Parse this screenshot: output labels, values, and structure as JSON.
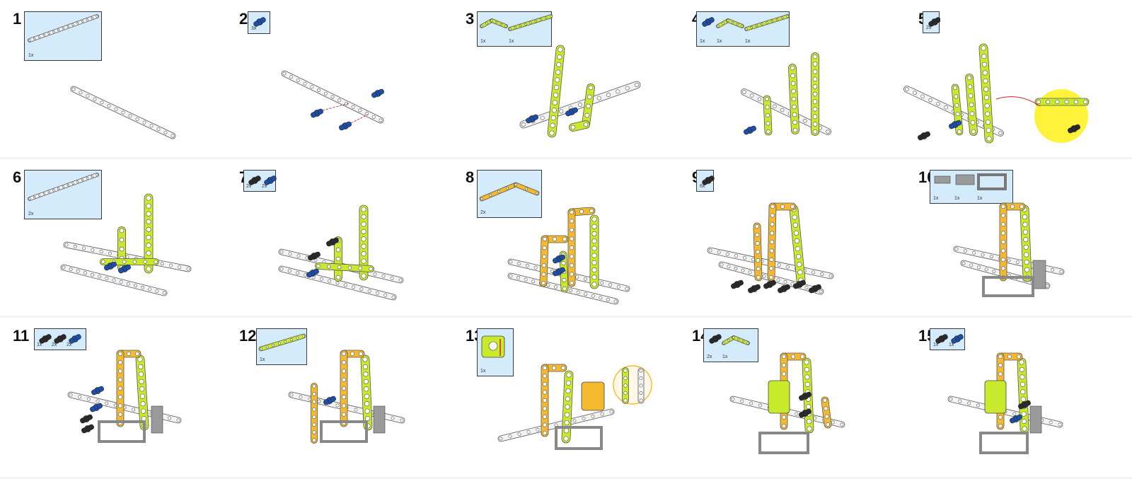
{
  "steps": [
    {
      "number": "1",
      "parts": [
        {
          "qty": "1x",
          "icon": "white-beam-15-icon"
        }
      ]
    },
    {
      "number": "2",
      "parts": [
        {
          "qty": "3x",
          "icon": "blue-pin-icon"
        }
      ]
    },
    {
      "number": "3",
      "parts": [
        {
          "qty": "1x",
          "icon": "lime-angle-beam-icon"
        },
        {
          "qty": "1x",
          "icon": "lime-beam-11-icon"
        }
      ]
    },
    {
      "number": "4",
      "parts": [
        {
          "qty": "1x",
          "icon": "blue-pin-icon"
        },
        {
          "qty": "1x",
          "icon": "lime-angle-beam-icon"
        },
        {
          "qty": "1x",
          "icon": "lime-beam-11-icon"
        }
      ]
    },
    {
      "number": "5",
      "parts": [
        {
          "qty": "2x",
          "icon": "black-pin-icon"
        }
      ]
    },
    {
      "number": "6",
      "parts": [
        {
          "qty": "2x",
          "icon": "white-beam-15-icon"
        }
      ]
    },
    {
      "number": "7",
      "parts": [
        {
          "qty": "2x",
          "icon": "black-pin-icon"
        },
        {
          "qty": "2x",
          "icon": "blue-pin-icon"
        }
      ]
    },
    {
      "number": "8",
      "parts": [
        {
          "qty": "2x",
          "icon": "orange-bent-beam-icon"
        }
      ]
    },
    {
      "number": "9",
      "parts": [
        {
          "qty": "6x",
          "icon": "black-pin-icon"
        }
      ]
    },
    {
      "number": "10",
      "parts": [
        {
          "qty": "1x",
          "icon": "gray-connector-icon"
        },
        {
          "qty": "1x",
          "icon": "gray-h-connector-icon"
        },
        {
          "qty": "1x",
          "icon": "white-frame-icon"
        }
      ]
    },
    {
      "number": "11",
      "parts": [
        {
          "qty": "1x",
          "icon": "black-pin-icon"
        },
        {
          "qty": "2x",
          "icon": "black-axle-pin-icon"
        },
        {
          "qty": "2x",
          "icon": "blue-pin-icon"
        }
      ]
    },
    {
      "number": "12",
      "parts": [
        {
          "qty": "1x",
          "icon": "lime-beam-9-icon"
        }
      ]
    },
    {
      "number": "13",
      "parts": [
        {
          "qty": "1x",
          "icon": "lime-motor-icon"
        }
      ]
    },
    {
      "number": "14",
      "parts": [
        {
          "qty": "2x",
          "icon": "black-pin-icon"
        },
        {
          "qty": "1x",
          "icon": "lime-angle-beam-icon"
        }
      ]
    },
    {
      "number": "15",
      "parts": [
        {
          "qty": "1x",
          "icon": "black-axle-pin-icon"
        },
        {
          "qty": "1x",
          "icon": "blue-pin-icon"
        }
      ]
    }
  ],
  "colors": {
    "panel_bg": "#d3ebfb",
    "lime": "#c8ea2a",
    "orange": "#f5b92f",
    "blue": "#1e4fa8",
    "black_pin": "#2a2a2a",
    "white_part": "#f4f4f4",
    "gray_part": "#9a9a9a",
    "highlight": "#fff23a",
    "arrow": "#d02020"
  }
}
